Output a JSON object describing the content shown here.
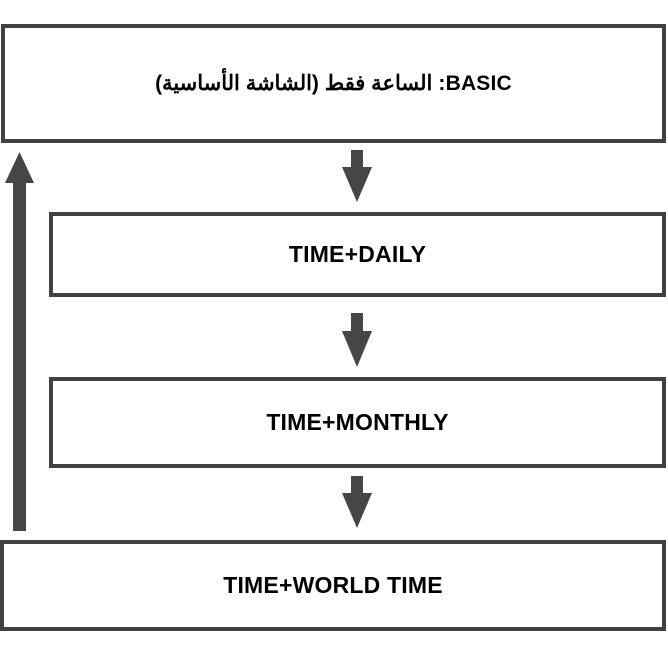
{
  "diagram": {
    "background": "#ffffff",
    "colors": {
      "box_border": "#414141",
      "arrow": "#464646",
      "text": "#000000"
    },
    "nodes": [
      {
        "id": "basic",
        "label": "BASIC: الساعة فقط (الشاشة الأساسية)"
      },
      {
        "id": "time-daily",
        "label": "TIME+DAILY"
      },
      {
        "id": "time-monthly",
        "label": "TIME+MONTHLY"
      },
      {
        "id": "time-world-time",
        "label": "TIME+WORLD TIME"
      }
    ],
    "edges": [
      {
        "from": "basic",
        "to": "time-daily",
        "icon": "down-arrow-icon"
      },
      {
        "from": "time-daily",
        "to": "time-monthly",
        "icon": "down-arrow-icon"
      },
      {
        "from": "time-monthly",
        "to": "time-world-time",
        "icon": "down-arrow-icon"
      },
      {
        "from": "time-world-time",
        "to": "basic",
        "icon": "up-return-arrow-icon"
      }
    ]
  }
}
